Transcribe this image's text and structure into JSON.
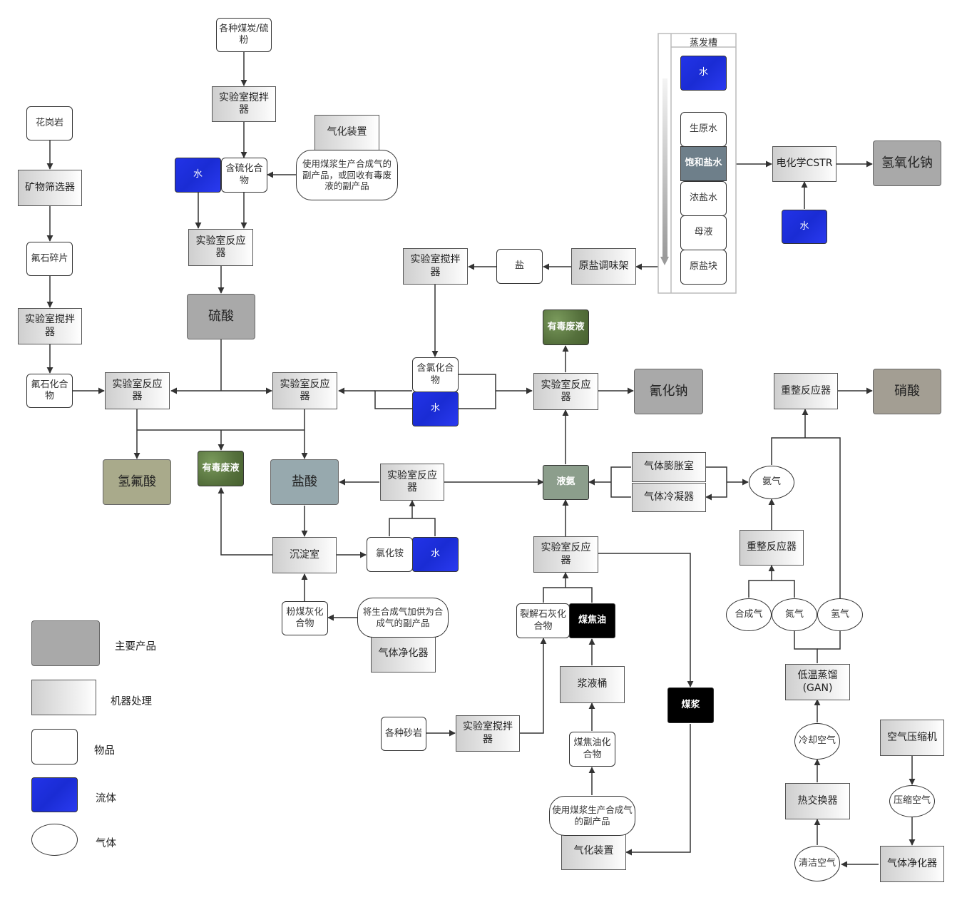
{
  "colors": {
    "fluid": "#2233e8",
    "product_gray": "#a9a9a9",
    "product_green": "#a9aa8b",
    "product_blue": "#97a9ae",
    "product_brown": "#a39e93",
    "waste": "#55703c",
    "line": "#333333"
  },
  "pool": {
    "title": "蒸发槽"
  },
  "nodes": {
    "coal_sulfur": "各种煤炭/硫粉",
    "mixer_top": "实验室搅拌器",
    "gasifier_top": "气化装置",
    "gasifier_note_top": "使用煤浆生产合成气的副产品，或回收有毒废液的副产品",
    "water_1": "水",
    "sulfide": "含硫化合物",
    "reactor_sulfur": "实验室反应器",
    "sulfuric_acid": "硫酸",
    "granite": "花岗岩",
    "mineral_sieve": "矿物筛选器",
    "fluorite_chips": "氟石碎片",
    "mixer_left": "实验室搅拌器",
    "fluoride": "氟石化合物",
    "reactor_hf": "实验室反应器",
    "hf_acid": "氢氟酸",
    "waste_1": "有毒废液",
    "reactor_hcl": "实验室反应器",
    "hcl_acid": "盐酸",
    "precipitation": "沉淀室",
    "ammonium_chloride": "氯化铵",
    "water_2": "水",
    "reactor_mid": "实验室反应器",
    "flyash": "粉煤灰化合物",
    "flyash_note": "将生合成气加供为合成气的副产品",
    "gas_purifier_mid": "气体净化器",
    "mixer_salt": "实验室搅拌器",
    "salt": "盐",
    "salt_rack": "原盐调味架",
    "chloride": "含氯化合物",
    "water_3": "水",
    "waste_2": "有毒废液",
    "reactor_cn": "实验室反应器",
    "sodium_cyanide": "氰化钠",
    "liquid_ammonia": "液氨",
    "gas_expansion": "气体膨胀室",
    "gas_condenser": "气体冷凝器",
    "ammonia": "氨气",
    "reactor_coal": "实验室反应器",
    "cracked_rock": "裂解石灰化合物",
    "coal_tar_oil": "煤焦油",
    "slurry_tank": "浆液桶",
    "coal_tar_compound": "煤焦油化合物",
    "gasifier_note_bottom": "使用煤浆生产合成气的副产品",
    "gasifier_bottom": "气化装置",
    "coal_slurry": "煤浆",
    "sand_rock": "各种砂岩",
    "mixer_sand": "实验室搅拌器",
    "reforming_top": "重整反应器",
    "nitric_acid": "硝酸",
    "reforming_mid": "重整反应器",
    "syngas": "合成气",
    "nitrogen": "氮气",
    "hydrogen": "氢气",
    "cryo": "低温蒸馏(GAN)",
    "cool_air": "冷却空气",
    "heat_exchanger": "热交换器",
    "clean_air": "清洁空气",
    "air_compressor": "空气压缩机",
    "compressed_air": "压缩空气",
    "gas_purifier_br": "气体净化器",
    "pool_water": "水",
    "raw_water": "生原水",
    "saturated_brine": "饱和盐水",
    "brine": "浓盐水",
    "mother_liquor": "母液",
    "raw_salt": "原盐块",
    "cstr": "电化学CSTR",
    "naoh": "氢氧化钠",
    "water_cstr": "水"
  },
  "legend": {
    "main_product": "主要产品",
    "machine": "机器处理",
    "item": "物品",
    "fluid": "流体",
    "gas": "气体"
  }
}
